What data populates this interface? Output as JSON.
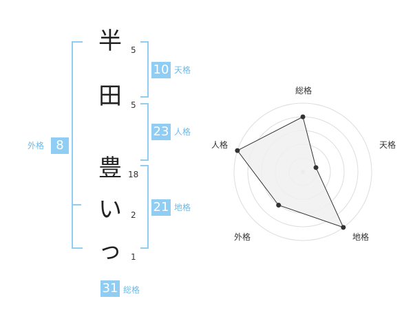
{
  "name_chars": [
    {
      "char": "半",
      "strokes": "5"
    },
    {
      "char": "田",
      "strokes": "5"
    },
    {
      "char": "豊",
      "strokes": "18"
    },
    {
      "char": "い",
      "strokes": "2"
    },
    {
      "char": "っ",
      "strokes": "1"
    }
  ],
  "fortunes": {
    "tenkaku": {
      "label": "天格",
      "value": "10"
    },
    "jinkaku": {
      "label": "人格",
      "value": "23"
    },
    "chikaku": {
      "label": "地格",
      "value": "21"
    },
    "gaikaku": {
      "label": "外格",
      "value": "8"
    },
    "soukaku": {
      "label": "総格",
      "value": "31"
    }
  },
  "chart_data": {
    "type": "radar",
    "axes": [
      "総格",
      "天格",
      "地格",
      "外格",
      "人格"
    ],
    "values": [
      4,
      1,
      5,
      3,
      5
    ],
    "max": 5,
    "rings": 5,
    "colors": {
      "fill": "#f0f0f0",
      "stroke": "#333333",
      "grid": "#dddddd",
      "point": "#333333"
    }
  }
}
